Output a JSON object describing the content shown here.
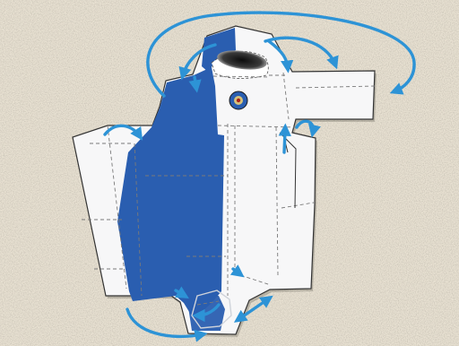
{
  "photo": {
    "subject": "paper-craft-cutout",
    "colors": {
      "background": "#e7e0d1",
      "paper": "#f7f7f8",
      "print_blue": "#2a5eb0",
      "arrow": "#2d93d6",
      "fold_line": "#7a7a7a",
      "edge": "#333333"
    },
    "icons": [
      "fold-arrow",
      "circular-logo-icon",
      "dome-eye"
    ]
  }
}
